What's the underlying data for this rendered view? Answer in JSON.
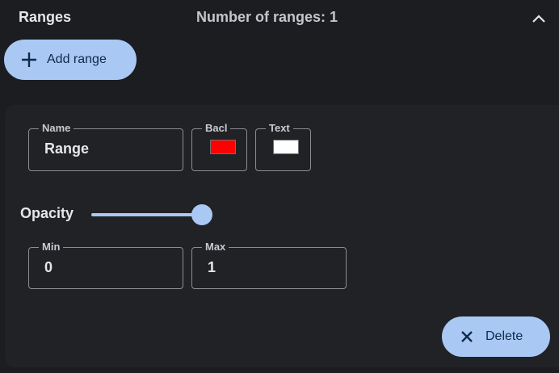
{
  "header": {
    "title": "Ranges",
    "count_text": "Number of ranges: 1",
    "collapse_icon": "chevron-up-icon"
  },
  "add_button": {
    "label": "Add range",
    "icon": "plus-icon"
  },
  "range": {
    "name": {
      "label": "Name",
      "value": "Range"
    },
    "background": {
      "label": "Bacl",
      "color": "#ff0000"
    },
    "text": {
      "label": "Text",
      "color": "#ffffff"
    },
    "opacity": {
      "label": "Opacity",
      "value": 1
    },
    "min": {
      "label": "Min",
      "value": "0"
    },
    "max": {
      "label": "Max",
      "value": "1"
    },
    "delete_button": {
      "label": "Delete",
      "icon": "close-icon"
    }
  },
  "colors": {
    "accent": "#a9c8f4",
    "accent_text": "#0e2a4a",
    "background": "#1b1d21",
    "card": "#202226"
  }
}
